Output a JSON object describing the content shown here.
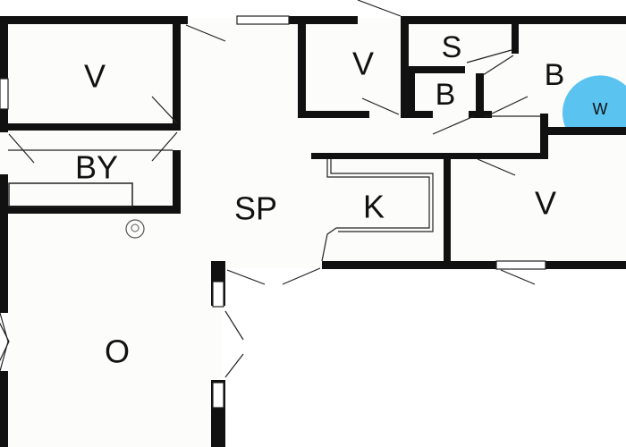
{
  "floorplan": {
    "rooms": {
      "bedroom_top_left": "V",
      "utility": "BY",
      "living": "SP",
      "bedroom_top_middle": "V",
      "storage": "S",
      "bath_small": "B",
      "bath_main": "B",
      "washer": "W",
      "kitchen": "K",
      "bedroom_right": "V",
      "large_room": "O"
    },
    "colors": {
      "wall": "#111111",
      "floor": "#fcfcfa",
      "washer": "#5bc3f0"
    }
  }
}
